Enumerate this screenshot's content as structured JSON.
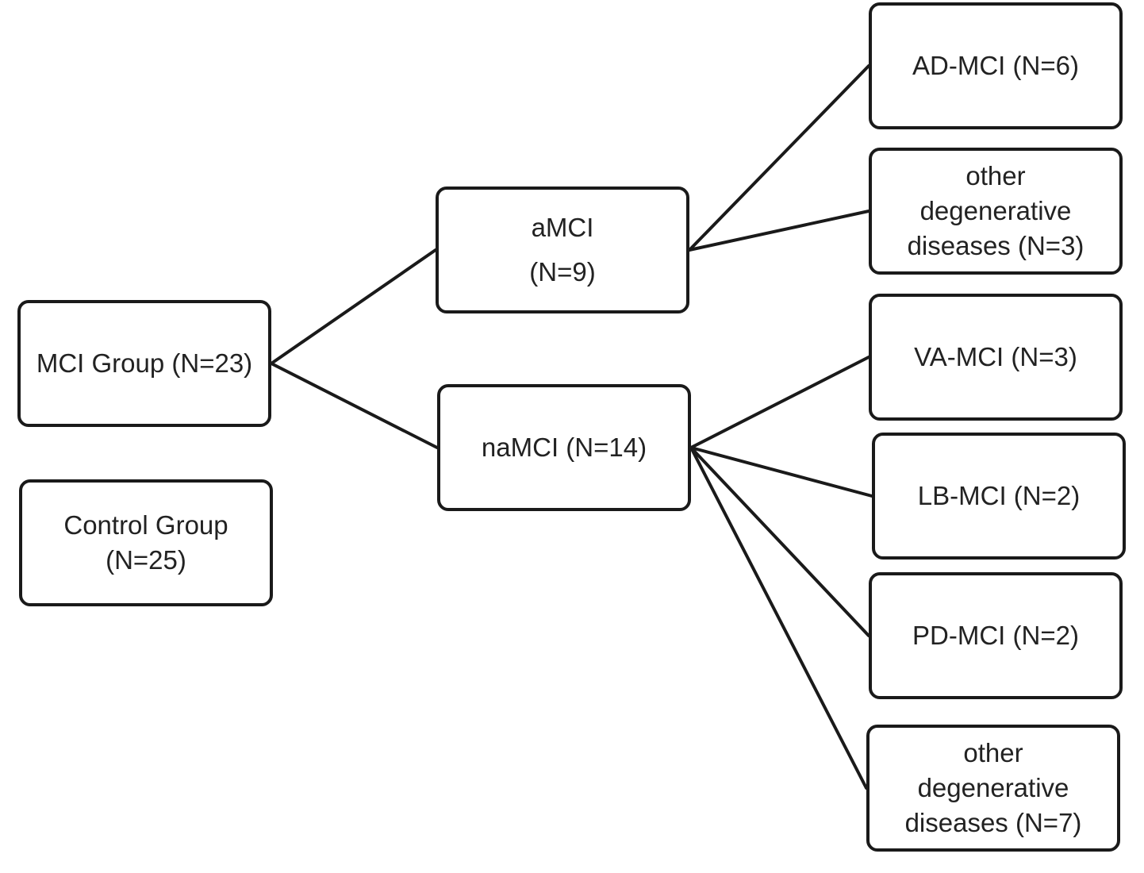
{
  "nodes": {
    "mci_group": {
      "lines": [
        "MCI Group (N=23)"
      ]
    },
    "control_group": {
      "lines": [
        "Control Group",
        "(N=25)"
      ]
    },
    "amci": {
      "lines": [
        "aMCI",
        "(N=9)"
      ]
    },
    "namci": {
      "lines": [
        "naMCI (N=14)"
      ]
    },
    "ad_mci": {
      "lines": [
        "AD-MCI (N=6)"
      ]
    },
    "other_degenerative_amci": {
      "lines": [
        "other",
        "degenerative",
        "diseases (N=3)"
      ]
    },
    "va_mci": {
      "lines": [
        "VA-MCI (N=3)"
      ]
    },
    "lb_mci": {
      "lines": [
        "LB-MCI (N=2)"
      ]
    },
    "pd_mci": {
      "lines": [
        "PD-MCI (N=2)"
      ]
    },
    "other_degenerative_namci": {
      "lines": [
        "other",
        "degenerative",
        "diseases (N=7)"
      ]
    }
  },
  "edges": [
    {
      "from": "mci_group",
      "to": "amci"
    },
    {
      "from": "mci_group",
      "to": "namci"
    },
    {
      "from": "amci",
      "to": "ad_mci"
    },
    {
      "from": "amci",
      "to": "other_degenerative_amci"
    },
    {
      "from": "namci",
      "to": "va_mci"
    },
    {
      "from": "namci",
      "to": "lb_mci"
    },
    {
      "from": "namci",
      "to": "pd_mci"
    },
    {
      "from": "namci",
      "to": "other_degenerative_namci"
    }
  ],
  "colors": {
    "line": "#1a1a1a",
    "text": "#222222",
    "background": "#ffffff"
  }
}
